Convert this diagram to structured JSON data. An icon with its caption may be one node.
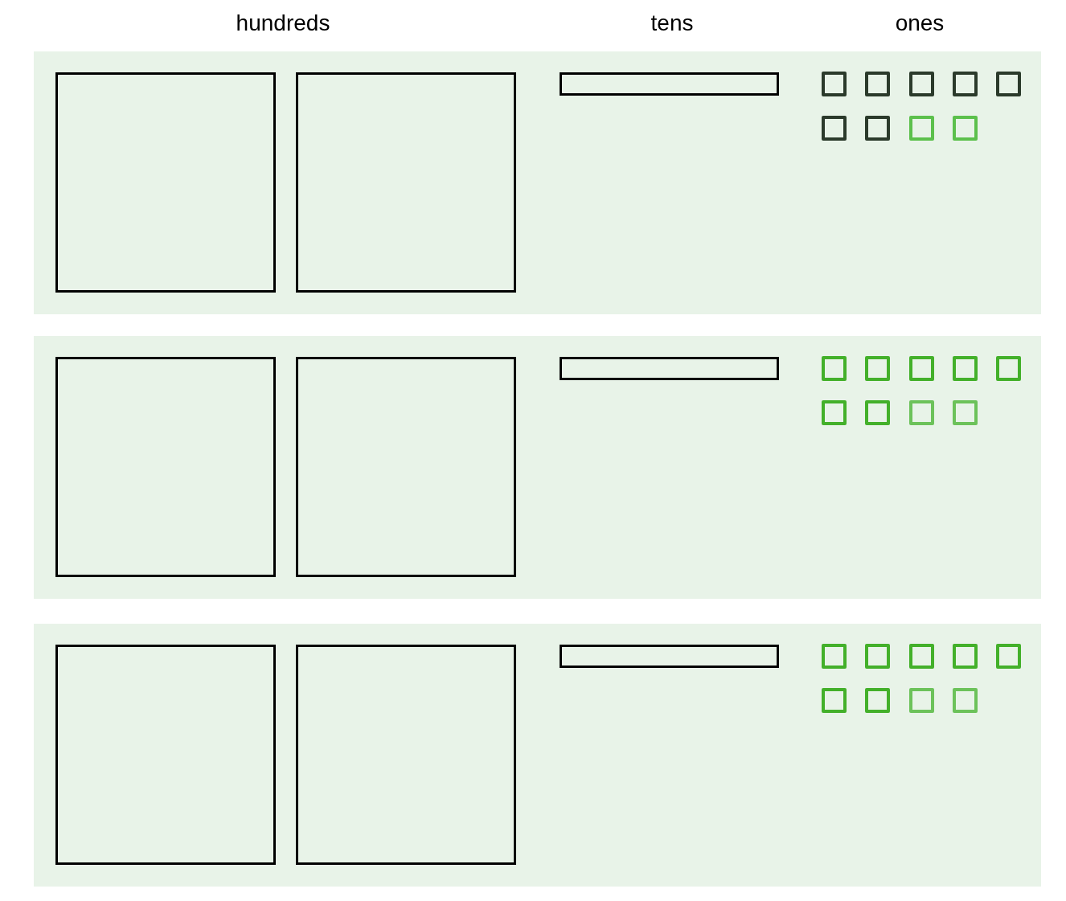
{
  "diagram": {
    "nodes": [
      {
        "text": [],
        "shape": "band"
      },
      {
        "text": [],
        "shape": "box",
        "in": 0
      },
      {
        "text": [],
        "shape": "box",
        "in": 0
      },
      {
        "text": [],
        "shape": "bar",
        "in": 0
      },
      {
        "text": [],
        "shape": "box",
        "in": 0
      },
      {
        "text": [],
        "shape": "box",
        "in": 0
      },
      {
        "text": [],
        "shape": "box",
        "in": 0
      },
      {
        "text": [],
        "shape": "box",
        "in": 0
      },
      {
        "text": [],
        "shape": "box",
        "in": 0
      },
      {
        "text": [],
        "shape": "box",
        "in": 0
      },
      {
        "text": [],
        "shape": "box",
        "in": 0
      },
      {
        "text": [],
        "shape": "box",
        "in": 0
      },
      {
        "text": [],
        "shape": "box",
        "in": 0
      },
      {
        "text": [],
        "shape": "band"
      },
      {
        "text": [],
        "shape": "box",
        "in": 13
      },
      {
        "text": [],
        "shape": "box",
        "in": 13
      },
      {
        "text": [],
        "shape": "bar",
        "in": 13
      },
      {
        "text": [],
        "shape": "box",
        "in": 13
      },
      {
        "text": [],
        "shape": "box",
        "in": 13
      },
      {
        "text": [],
        "shape": "box",
        "in": 13
      },
      {
        "text": [],
        "shape": "box",
        "in": 13
      },
      {
        "text": [],
        "shape": "box",
        "in": 13
      },
      {
        "text": [],
        "shape": "box",
        "in": 13
      },
      {
        "text": [],
        "shape": "box",
        "in": 13
      },
      {
        "text": [],
        "shape": "box",
        "in": 13
      },
      {
        "text": [],
        "shape": "box",
        "in": 13
      },
      {
        "text": [],
        "shape": "band"
      },
      {
        "text": [],
        "shape": "box",
        "in": 26
      },
      {
        "text": [],
        "shape": "box",
        "in": 26
      },
      {
        "text": [],
        "shape": "bar",
        "in": 26
      },
      {
        "text": [],
        "shape": "box",
        "in": 26
      },
      {
        "text": [],
        "shape": "box",
        "in": 26
      },
      {
        "text": [],
        "shape": "box",
        "in": 26
      },
      {
        "text": [],
        "shape": "box",
        "in": 26
      },
      {
        "text": [],
        "shape": "box",
        "in": 26
      },
      {
        "text": [],
        "shape": "box",
        "in": 26
      },
      {
        "text": [],
        "shape": "box",
        "in": 26
      },
      {
        "text": [],
        "shape": "box",
        "in": 26
      },
      {
        "text": [],
        "shape": "box",
        "in": 26
      }
    ],
    "labels": [
      "hundreds",
      "tens",
      "ones"
    ]
  }
}
